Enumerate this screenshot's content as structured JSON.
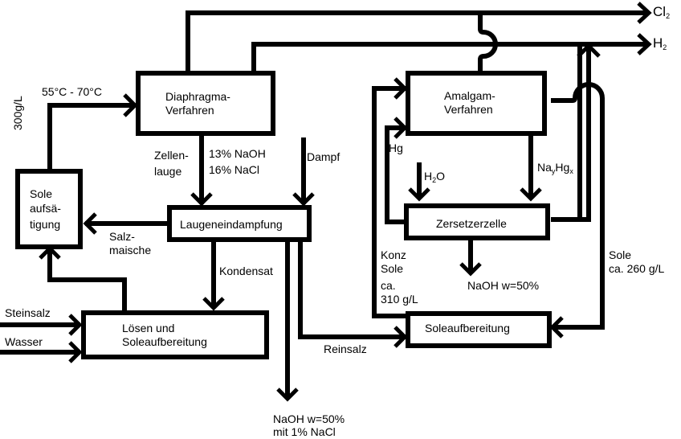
{
  "diagram": {
    "type": "process-flow",
    "colors": {
      "line": "#000000",
      "background": "#ffffff"
    },
    "boxes": {
      "diaphragma": {
        "line1": "Diaphragma-",
        "line2": "Verfahren"
      },
      "amalgam": {
        "line1": "Amalgam-",
        "line2": "Verfahren"
      },
      "sole_aufsaettigung": {
        "line1": "Sole",
        "line2": "aufsä-",
        "line3": "tigung"
      },
      "laugeneindampfung": {
        "label": "Laugeneindampfung"
      },
      "zersetzerzelle": {
        "label": "Zersetzerzelle"
      },
      "loesen": {
        "line1": "Lösen und",
        "line2": "Soleaufbereitung"
      },
      "soleaufbereitung": {
        "label": "Soleaufbereitung"
      }
    },
    "outputs": {
      "cl2": {
        "base": "Cl",
        "sub": "2"
      },
      "h2": {
        "base": "H",
        "sub": "2"
      }
    },
    "labels": {
      "temperature": "55°C - 70°C",
      "concentration_300": "300g/L",
      "zellen_1": "Zellen-",
      "zellen_2": "lauge",
      "naoh13": "13% NaOH",
      "nacl16": "16% NaCl",
      "dampf": "Dampf",
      "salz_1": "Salz-",
      "salz_2": "maische",
      "kondensat": "Kondensat",
      "steinsalz": "Steinsalz",
      "wasser": "Wasser",
      "reinsalz": "Reinsalz",
      "naoh_final_1": "NaOH w=50%",
      "naoh_final_2": "mit 1% NaCl",
      "hg": "Hg",
      "h2o_base": "H",
      "h2o_sub": "2",
      "h2o_tail": "O",
      "nahg_na": "Na",
      "nahg_y": "y",
      "nahg_hg": "Hg",
      "nahg_x": "x",
      "naoh_amalgam": "NaOH w=50%",
      "konz_1": "Konz",
      "konz_2": "Sole",
      "konz_3": "ca.",
      "konz_4": "310 g/L",
      "sole_260_1": "Sole",
      "sole_260_2": "ca. 260 g/L"
    }
  }
}
